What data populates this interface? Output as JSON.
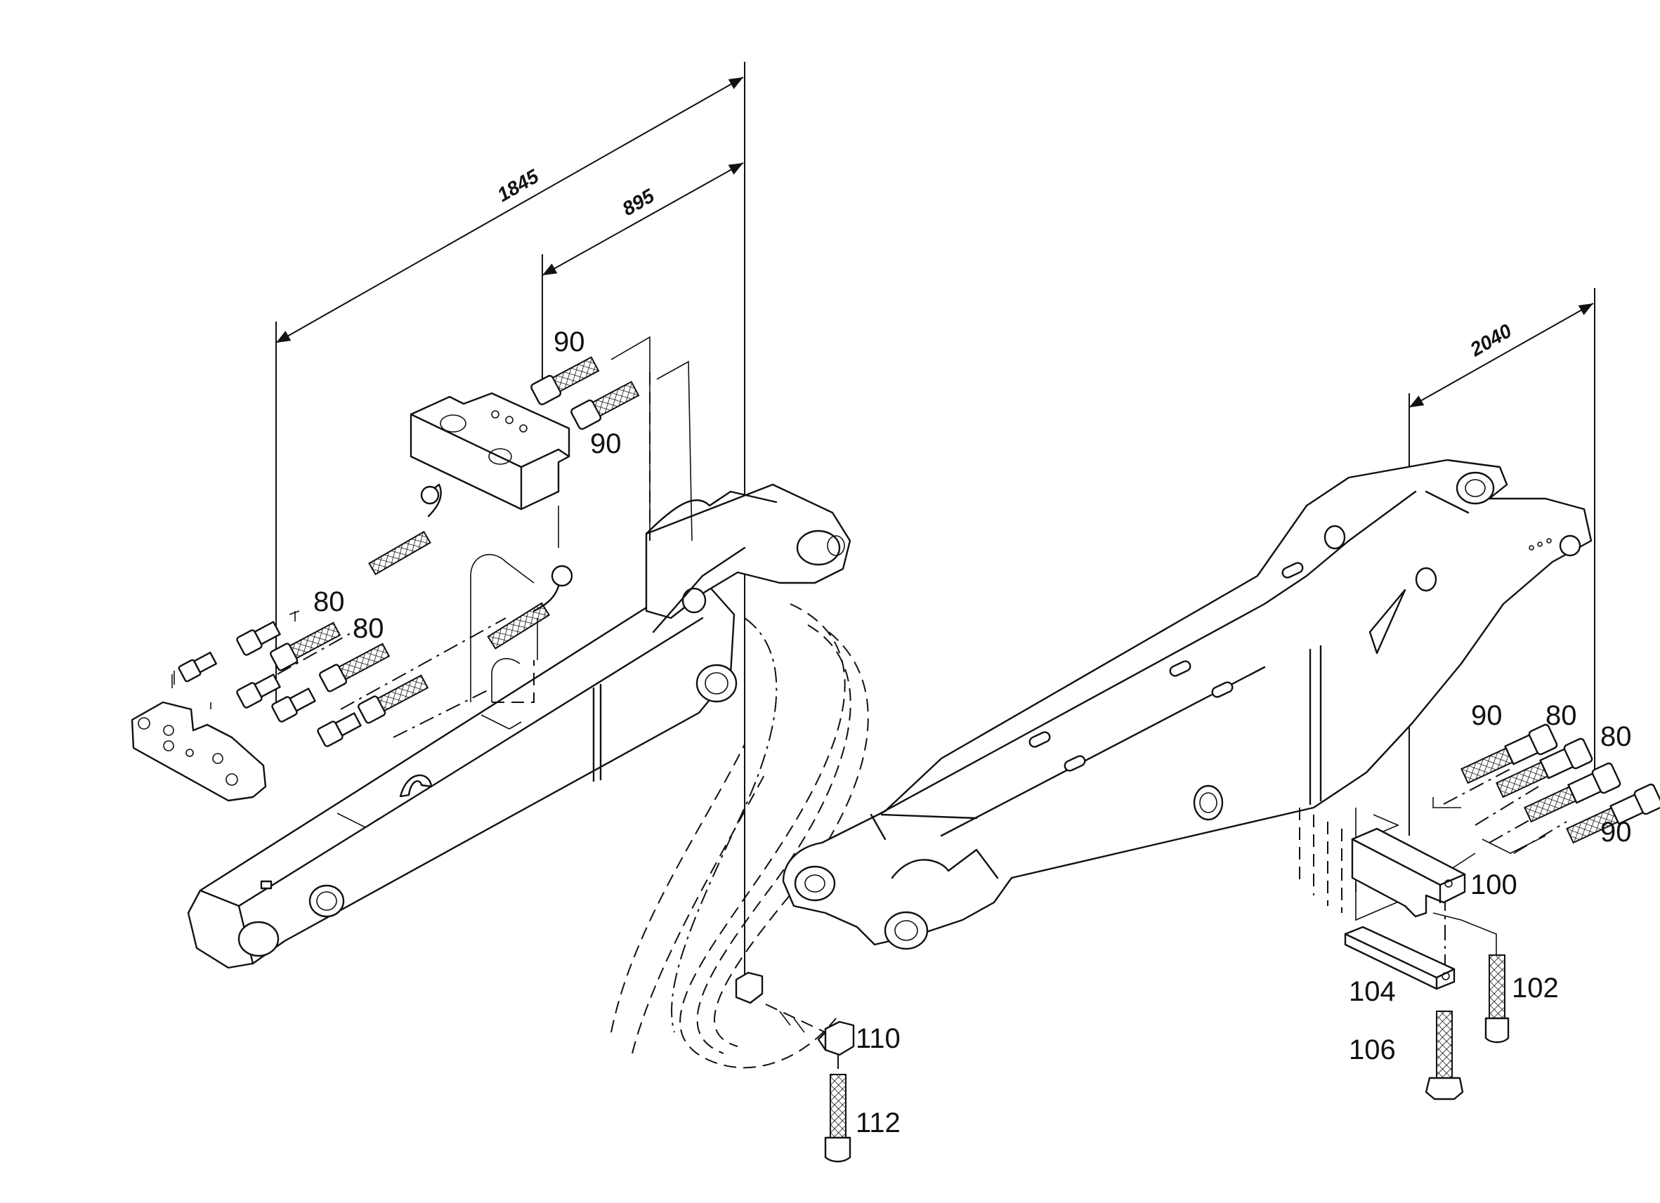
{
  "dimensions": {
    "d1845": "1845",
    "d895": "895",
    "d2040": "2040"
  },
  "callouts": {
    "c90_top_a": "90",
    "c90_top_b": "90",
    "c80_left_a": "80",
    "c80_left_b": "80",
    "c90_right_a": "90",
    "c80_right_a": "80",
    "c80_right_b": "80",
    "c90_right_b": "90",
    "c100": "100",
    "c102": "102",
    "c104": "104",
    "c106": "106",
    "c110": "110",
    "c112": "112"
  }
}
